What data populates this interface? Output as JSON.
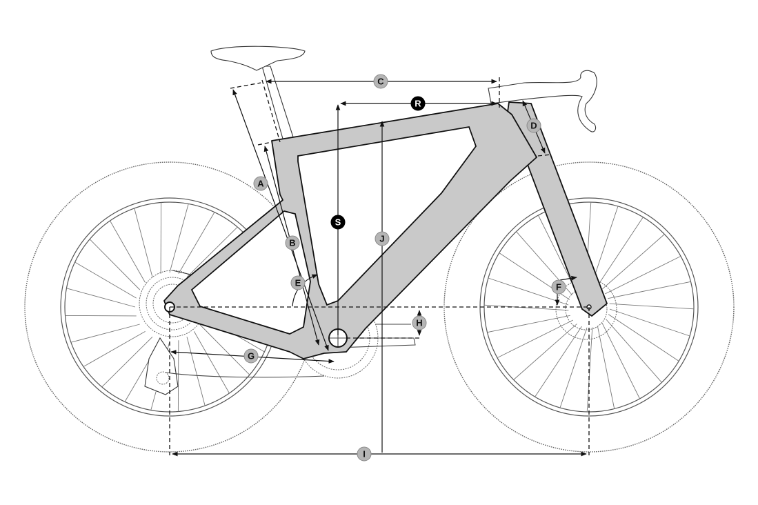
{
  "labels": {
    "A": "A",
    "B": "B",
    "C": "C",
    "D": "D",
    "E": "E",
    "F": "F",
    "G": "G",
    "H": "H",
    "I": "I",
    "J": "J",
    "R": "R",
    "S": "S"
  },
  "colors": {
    "frame": "#c9c9c9",
    "badge": "#b5b5b5",
    "badge_dark": "#000000",
    "line": "#111111"
  }
}
